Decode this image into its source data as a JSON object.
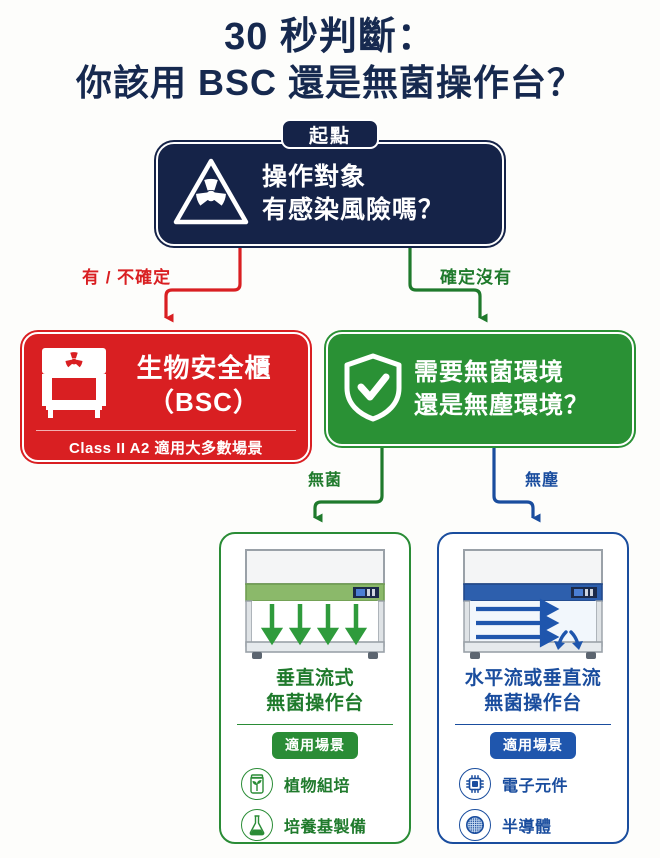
{
  "title": {
    "line1": "30 秒判斷：",
    "line2": "你該用 BSC 還是無菌操作台？",
    "color": "#16294f"
  },
  "start_badge": {
    "label": "起點",
    "bg": "#152348"
  },
  "nodes": {
    "start": {
      "icon": "biohazard-triangle-icon",
      "line1": "操作對象",
      "line2": "有感染風險嗎？",
      "bg": "#152348"
    },
    "bsc": {
      "icon": "biosafety-cabinet-icon",
      "line1": "生物安全櫃",
      "line2": "（BSC）",
      "note": "Class II A2 適用大多數場景",
      "bg": "#d91f22"
    },
    "clean_decision": {
      "icon": "shield-check-icon",
      "line1": "需要無菌環境",
      "line2": "還是無塵環境？",
      "bg": "#2a9135"
    }
  },
  "edges": [
    {
      "label": "有 / 不確定",
      "color": "#d91f22"
    },
    {
      "label": "確定沒有",
      "color": "#1f7a2c"
    },
    {
      "label": "無菌",
      "color": "#1f7a2c"
    },
    {
      "label": "無塵",
      "color": "#1a4d9e"
    }
  ],
  "results": [
    {
      "illustration": "vertical-flow-clean-bench-icon",
      "title_line1": "垂直流式",
      "title_line2": "無菌操作台",
      "scene_badge": "適用場景",
      "accent": "#2a8c36",
      "scenes": [
        {
          "icon": "plant-jar-icon",
          "label": "植物組培"
        },
        {
          "icon": "flask-icon",
          "label": "培養基製備"
        }
      ]
    },
    {
      "illustration": "horizontal-flow-clean-bench-icon",
      "title_line1": "水平流或垂直流",
      "title_line2": "無菌操作台",
      "scene_badge": "適用場景",
      "accent": "#1a4d9e",
      "scenes": [
        {
          "icon": "microchip-icon",
          "label": "電子元件"
        },
        {
          "icon": "wafer-icon",
          "label": "半導體"
        }
      ]
    }
  ]
}
